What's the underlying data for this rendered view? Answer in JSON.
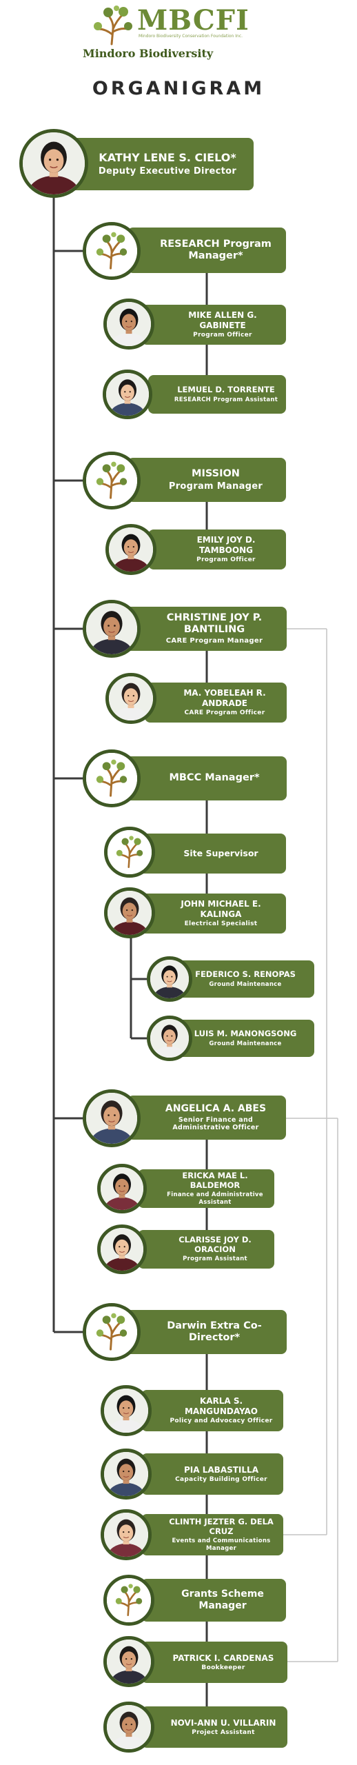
{
  "logo": {
    "wordmark": "MBCFI",
    "tagline": "Mindoro Biodiversity Conservation Foundation Inc.",
    "subtitle": "Mindoro Biodiversity"
  },
  "title": "ORGANIGRAM",
  "colors": {
    "box_green": "#5f7a36",
    "ring_green": "#3e5824",
    "connector": "#3b3b3b",
    "secondary_connector": "#c4c4c4",
    "logo_green": "#6c8a36"
  },
  "nodes": [
    {
      "name": "KATHY LENE S. CIELO*",
      "role": "Deputy Executive Director",
      "photo": "person-photo"
    },
    {
      "name": "RESEARCH Program Manager*",
      "role": "",
      "photo": "mbcfi-logo"
    },
    {
      "name": "MIKE ALLEN G. GABINETE",
      "role": "Program Officer",
      "photo": "person-photo"
    },
    {
      "name": "LEMUEL D. TORRENTE",
      "role": "RESEARCH Program Assistant",
      "photo": "person-photo"
    },
    {
      "name": "MISSION",
      "role": "Program Manager",
      "photo": "mbcfi-logo"
    },
    {
      "name": "EMILY JOY D. TAMBOONG",
      "role": "Program Officer",
      "photo": "person-photo"
    },
    {
      "name": "CHRISTINE JOY P. BANTILING",
      "role": "CARE Program Manager",
      "photo": "person-photo"
    },
    {
      "name": "MA. YOBELEAH R. ANDRADE",
      "role": "CARE Program Officer",
      "photo": "person-photo"
    },
    {
      "name": "MBCC Manager*",
      "role": "",
      "photo": "mbcfi-logo"
    },
    {
      "name": "Site Supervisor",
      "role": "",
      "photo": "mbcfi-logo"
    },
    {
      "name": "JOHN MICHAEL E. KALINGA",
      "role": "Electrical Specialist",
      "photo": "person-photo"
    },
    {
      "name": "FEDERICO S. RENOPAS",
      "role": "Ground Maintenance",
      "photo": "person-photo"
    },
    {
      "name": "LUIS M. MANONGSONG",
      "role": "Ground Maintenance",
      "photo": "person-photo"
    },
    {
      "name": "ANGELICA A. ABES",
      "role": "Senior Finance and Administrative Officer",
      "photo": "person-photo"
    },
    {
      "name": "ERICKA MAE L. BALDEMOR",
      "role": "Finance and Administrative Assistant",
      "photo": "person-photo"
    },
    {
      "name": "CLARISSE JOY D. ORACION",
      "role": "Program Assistant",
      "photo": "person-photo"
    },
    {
      "name": "Darwin Extra Co-Director*",
      "role": "",
      "photo": "mbcfi-logo"
    },
    {
      "name": "KARLA S. MANGUNDAYAO",
      "role": "Policy and Advocacy Officer",
      "photo": "person-photo"
    },
    {
      "name": "PIA LABASTILLA",
      "role": "Capacity Building Officer",
      "photo": "person-photo"
    },
    {
      "name": "CLINTH JEZTER G. DELA CRUZ",
      "role": "Events and Communications Manager",
      "photo": "person-photo"
    },
    {
      "name": "Grants Scheme Manager",
      "role": "",
      "photo": "mbcfi-logo"
    },
    {
      "name": "PATRICK I. CARDENAS",
      "role": "Bookkeeper",
      "photo": "person-photo"
    },
    {
      "name": "NOVI-ANN U. VILLARIN",
      "role": "Project Assistant",
      "photo": "person-photo"
    }
  ]
}
